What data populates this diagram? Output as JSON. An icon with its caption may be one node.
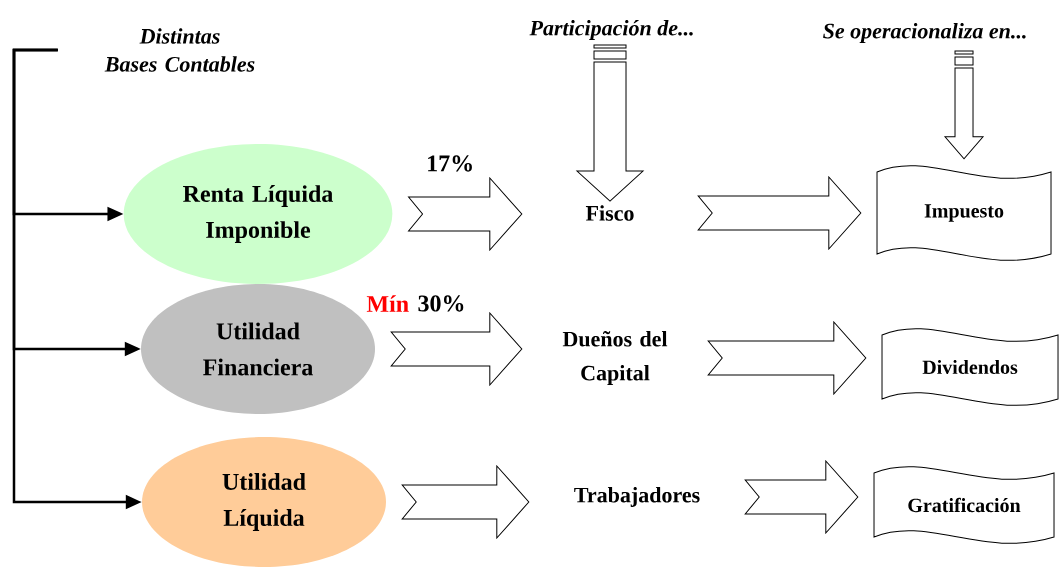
{
  "diagram": {
    "nodes": [
      {
        "text": [
          "Distintas Bases Contables"
        ]
      },
      {
        "text": [
          "Renta Líquida Imponible"
        ]
      },
      {
        "text": [
          "Utilidad Financiera"
        ]
      },
      {
        "text": [
          "Utilidad Líquida"
        ]
      },
      {
        "text": [
          "Fisco"
        ]
      },
      {
        "text": [
          "Dueños del Capital"
        ]
      },
      {
        "text": [
          "Trabajadores"
        ]
      },
      {
        "text": [
          "Impuesto"
        ]
      },
      {
        "text": [
          "Dividendos"
        ]
      },
      {
        "text": [
          "Gratificación"
        ]
      },
      {
        "text": [
          "Participación de..."
        ]
      },
      {
        "text": [
          "Se operacionaliza en..."
        ]
      }
    ],
    "edges": [
      {
        "from": 0,
        "to": 1,
        "arrow": "to"
      },
      {
        "from": 0,
        "to": 2,
        "arrow": "to"
      },
      {
        "from": 0,
        "to": 3,
        "arrow": "to"
      },
      {
        "from": 10,
        "to": 4,
        "arrow": "to"
      },
      {
        "from": 11,
        "to": 7,
        "arrow": "to"
      },
      {
        "from": 1,
        "to": 4,
        "arrow": "to",
        "label": "17%"
      },
      {
        "from": 4,
        "to": 7,
        "arrow": "to"
      },
      {
        "from": 2,
        "to": 5,
        "arrow": "to",
        "label": "30%"
      },
      {
        "from": 5,
        "to": 8,
        "arrow": "to"
      },
      {
        "from": 3,
        "to": 6,
        "arrow": "to"
      },
      {
        "from": 6,
        "to": 9,
        "arrow": "to"
      }
    ],
    "labels": [
      "Mín"
    ]
  }
}
